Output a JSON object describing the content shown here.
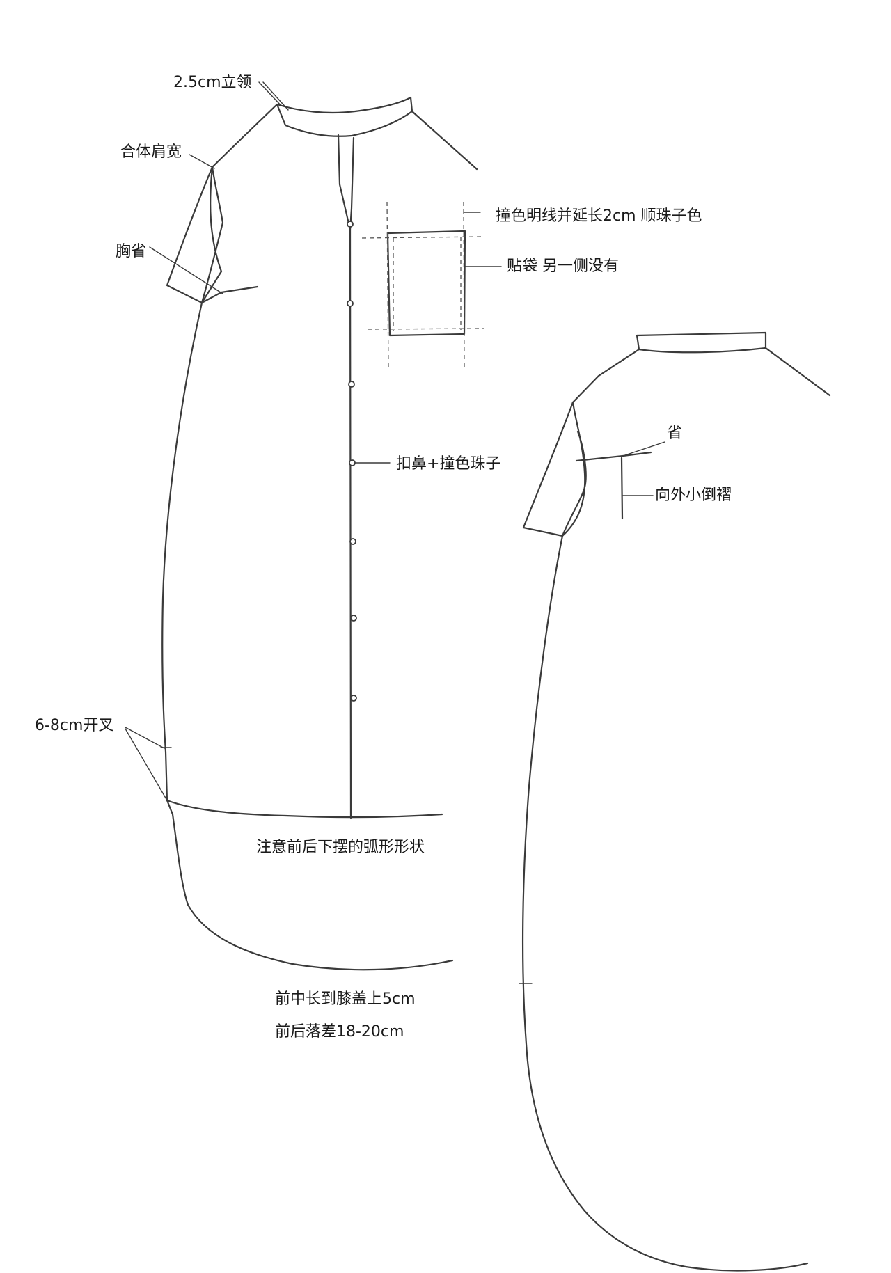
{
  "annotations": {
    "collar": "2.5cm立领",
    "shoulder": "合体肩宽",
    "bust_dart": "胸省",
    "contrast_topstitch": "撞色明线并延长2cm 顺珠子色",
    "patch_pocket": "贴袋 另一侧没有",
    "button_loop": "扣鼻+撞色珠子",
    "side_slit": "6-8cm开叉",
    "hem_shape": "注意前后下摆的弧形形状",
    "front_length": "前中长到膝盖上5cm",
    "hem_drop": "前后落差18-20cm",
    "back_dart": "省",
    "back_pleat": "向外小倒褶"
  }
}
